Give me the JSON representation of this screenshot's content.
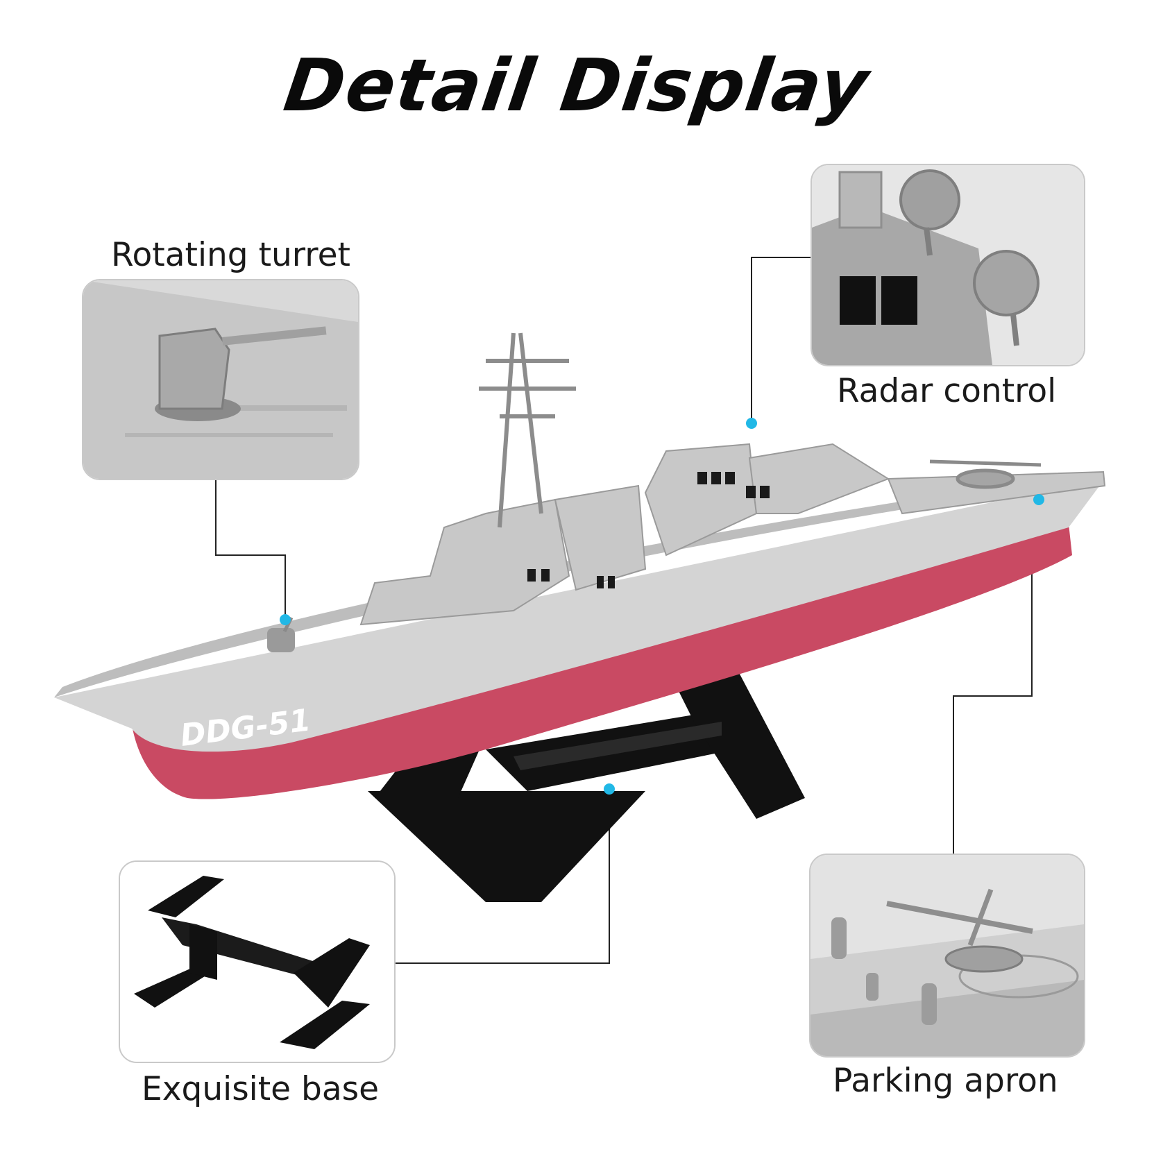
{
  "title": "Detail Display",
  "callouts": {
    "turret": "Rotating turret",
    "radar": "Radar control",
    "base": "Exquisite base",
    "apron": "Parking apron"
  },
  "ship": {
    "hull_number": "DDG-51"
  },
  "colors": {
    "hull_red": "#c94a63",
    "deck_grey": "#d6d6d6",
    "stand_black": "#111111",
    "callout_dot": "#21b8e6",
    "callout_line": "#222222"
  },
  "icons": [
    "turret-icon",
    "radar-icon",
    "stand-icon",
    "helicopter-icon"
  ]
}
